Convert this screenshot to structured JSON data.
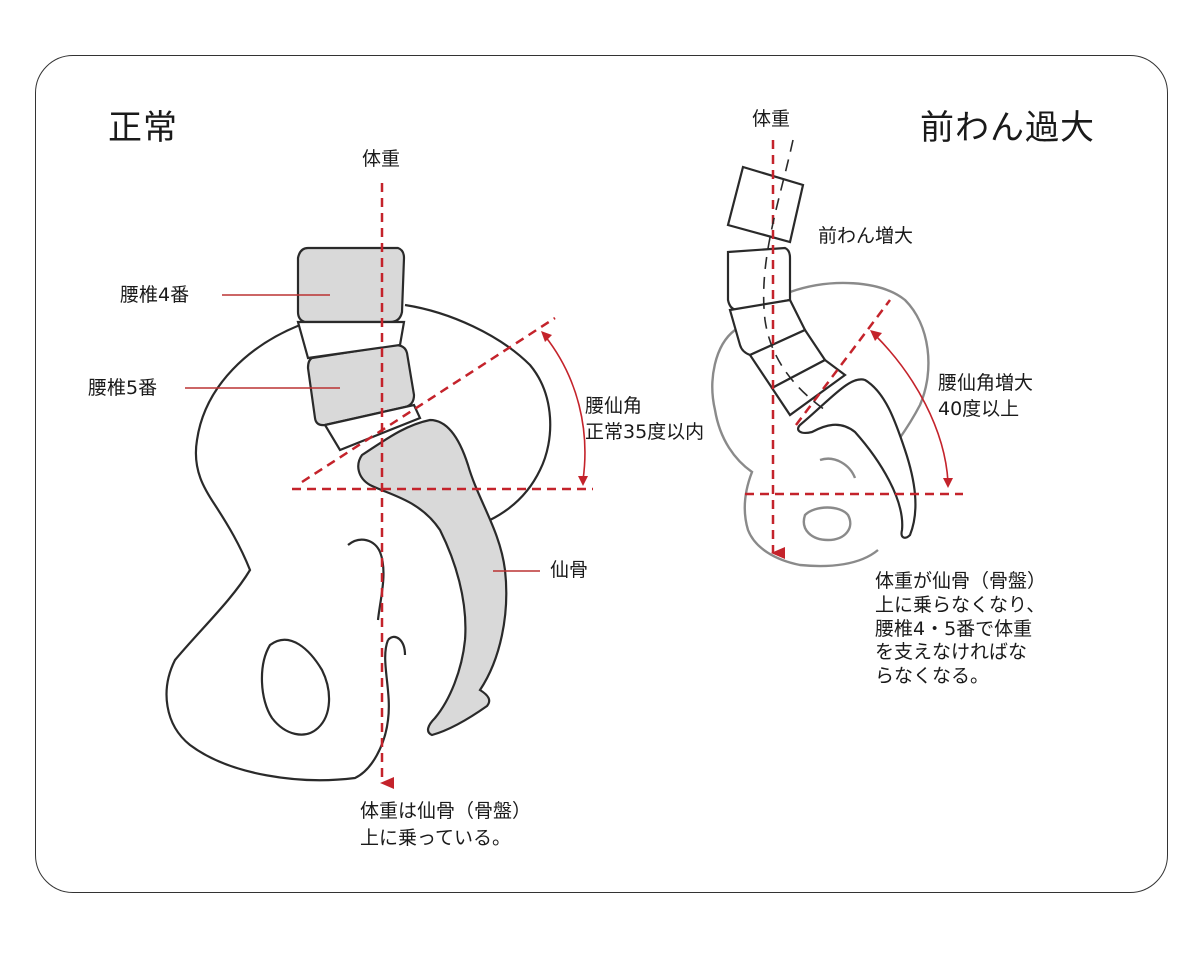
{
  "colors": {
    "accent_red": "#c4232b",
    "bone_fill": "#d9d9d9",
    "outline": "#2a2a2a",
    "pelvis_grey": "#8a8a8a"
  },
  "normal": {
    "title": "正常",
    "weight_label": "体重",
    "lumbar4_label": "腰椎4番",
    "lumbar5_label": "腰椎5番",
    "angle_label_line1": "腰仙角",
    "angle_label_line2": "正常35度以内",
    "sacrum_label": "仙骨",
    "caption_line1": "体重は仙骨（骨盤）",
    "caption_line2": "上に乗っている。"
  },
  "hyperlordosis": {
    "title": "前わん過大",
    "weight_label": "体重",
    "lordosis_label": "前わん増大",
    "angle_label_line1": "腰仙角増大",
    "angle_label_line2": "40度以上",
    "caption_lines": [
      "体重が仙骨（骨盤）",
      "上に乗らなくなり、",
      "腰椎4・5番で体重",
      "を支えなければな",
      "らなくなる。"
    ]
  }
}
